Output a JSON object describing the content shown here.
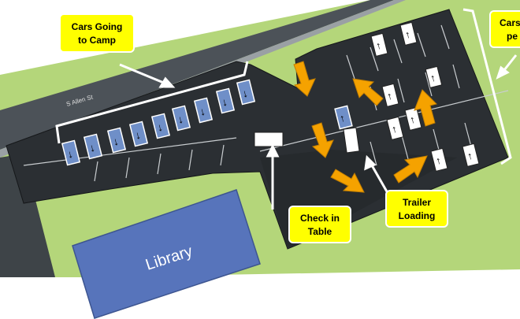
{
  "map": {
    "street_name": "S Allen St",
    "library_label": "Library",
    "labels": {
      "cars_going_to_camp": [
        "Cars Going",
        "to Camp"
      ],
      "check_in_table": [
        "Check in",
        "Table"
      ],
      "trailer_loading": [
        "Trailer",
        "Loading"
      ],
      "cars_right_partial": [
        "Cars",
        "pe"
      ]
    },
    "colors": {
      "grass": "#b4d67a",
      "asphalt": "#2b2f33",
      "label_yellow": "#ffff00",
      "arrow_orange": "#f5a200",
      "car_blue": "#6f8fc8",
      "library_blue": "#5774bb"
    }
  }
}
